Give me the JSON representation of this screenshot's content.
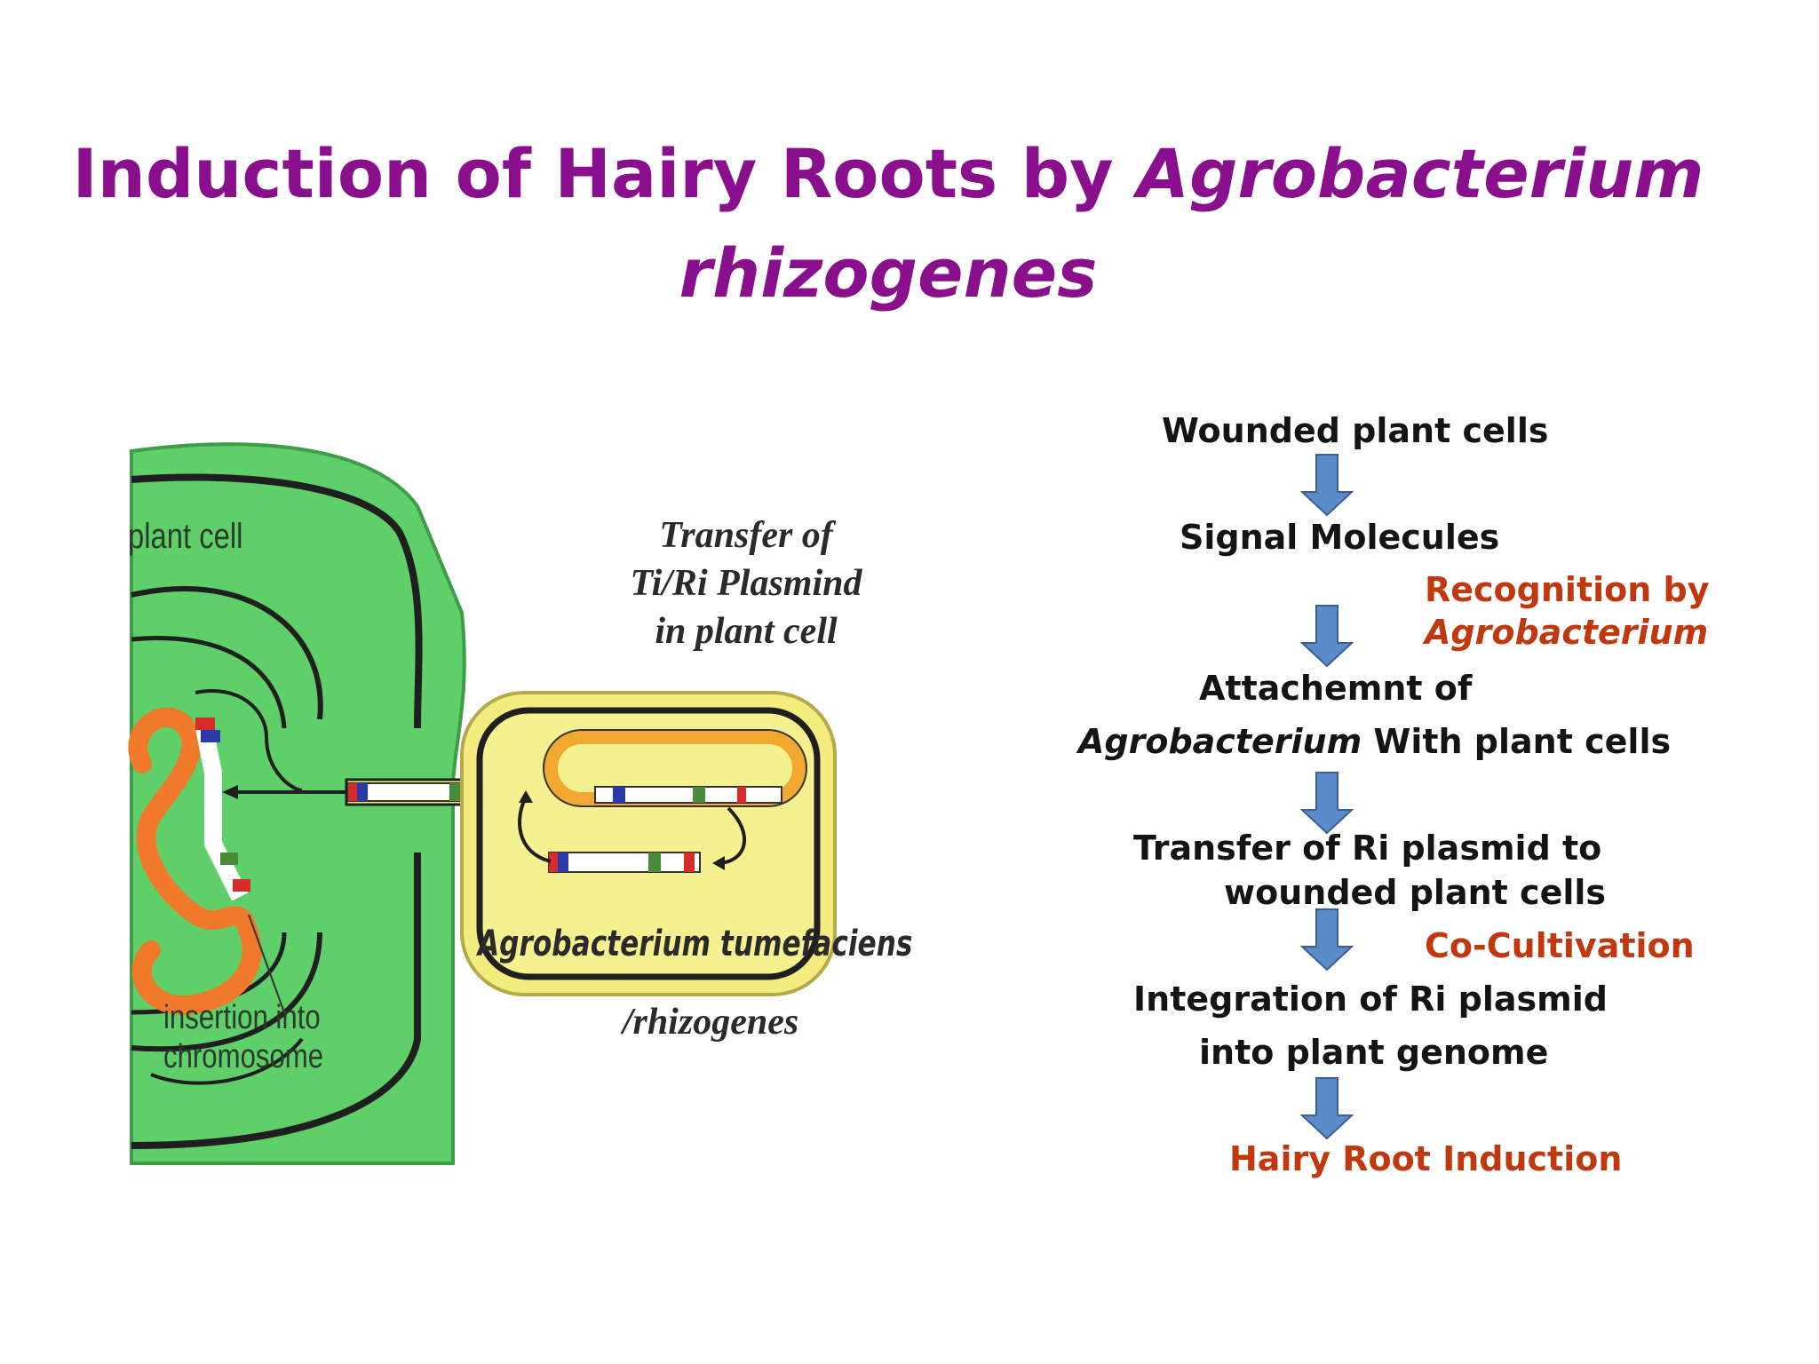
{
  "title": {
    "part1": "Induction of Hairy Roots by ",
    "part2": "Agrobacterium",
    "part3": "rhizogenes"
  },
  "diagram": {
    "plant_cell_label": "plant cell",
    "insertion_line1": "insertion into",
    "insertion_line2": "chromosome",
    "agrobacterium_label": "Agrobacterium tumefaciens",
    "rhizogenes_label": "/rhizogenes",
    "transfer_line1": "Transfer of",
    "transfer_line2": "Ti/Ri Plasmind",
    "transfer_line3": "in plant cell"
  },
  "flowchart": {
    "step1": "Wounded plant cells",
    "step2": "Signal Molecules",
    "note_recognition_line1": "Recognition by",
    "note_recognition_line2": "Agrobacterium",
    "step3_line1": "Attachemnt of",
    "step3_line2_italic": "Agrobacterium",
    "step3_line2_rest": " With plant cells",
    "step4_line1": "Transfer of Ri plasmid to",
    "step4_line2": "wounded plant cells",
    "note_cocultivation": "Co-Cultivation",
    "step5_line1": "Integration of Ri plasmid",
    "step5_line2": "into plant genome",
    "final": "Hairy Root Induction"
  },
  "colors": {
    "title": "#8a0f8c",
    "red_text": "#c1380e",
    "arrow": "#5b8bc9",
    "cell_green": "#5fcf6a",
    "bacterium_yellow": "#f3ec7e"
  }
}
